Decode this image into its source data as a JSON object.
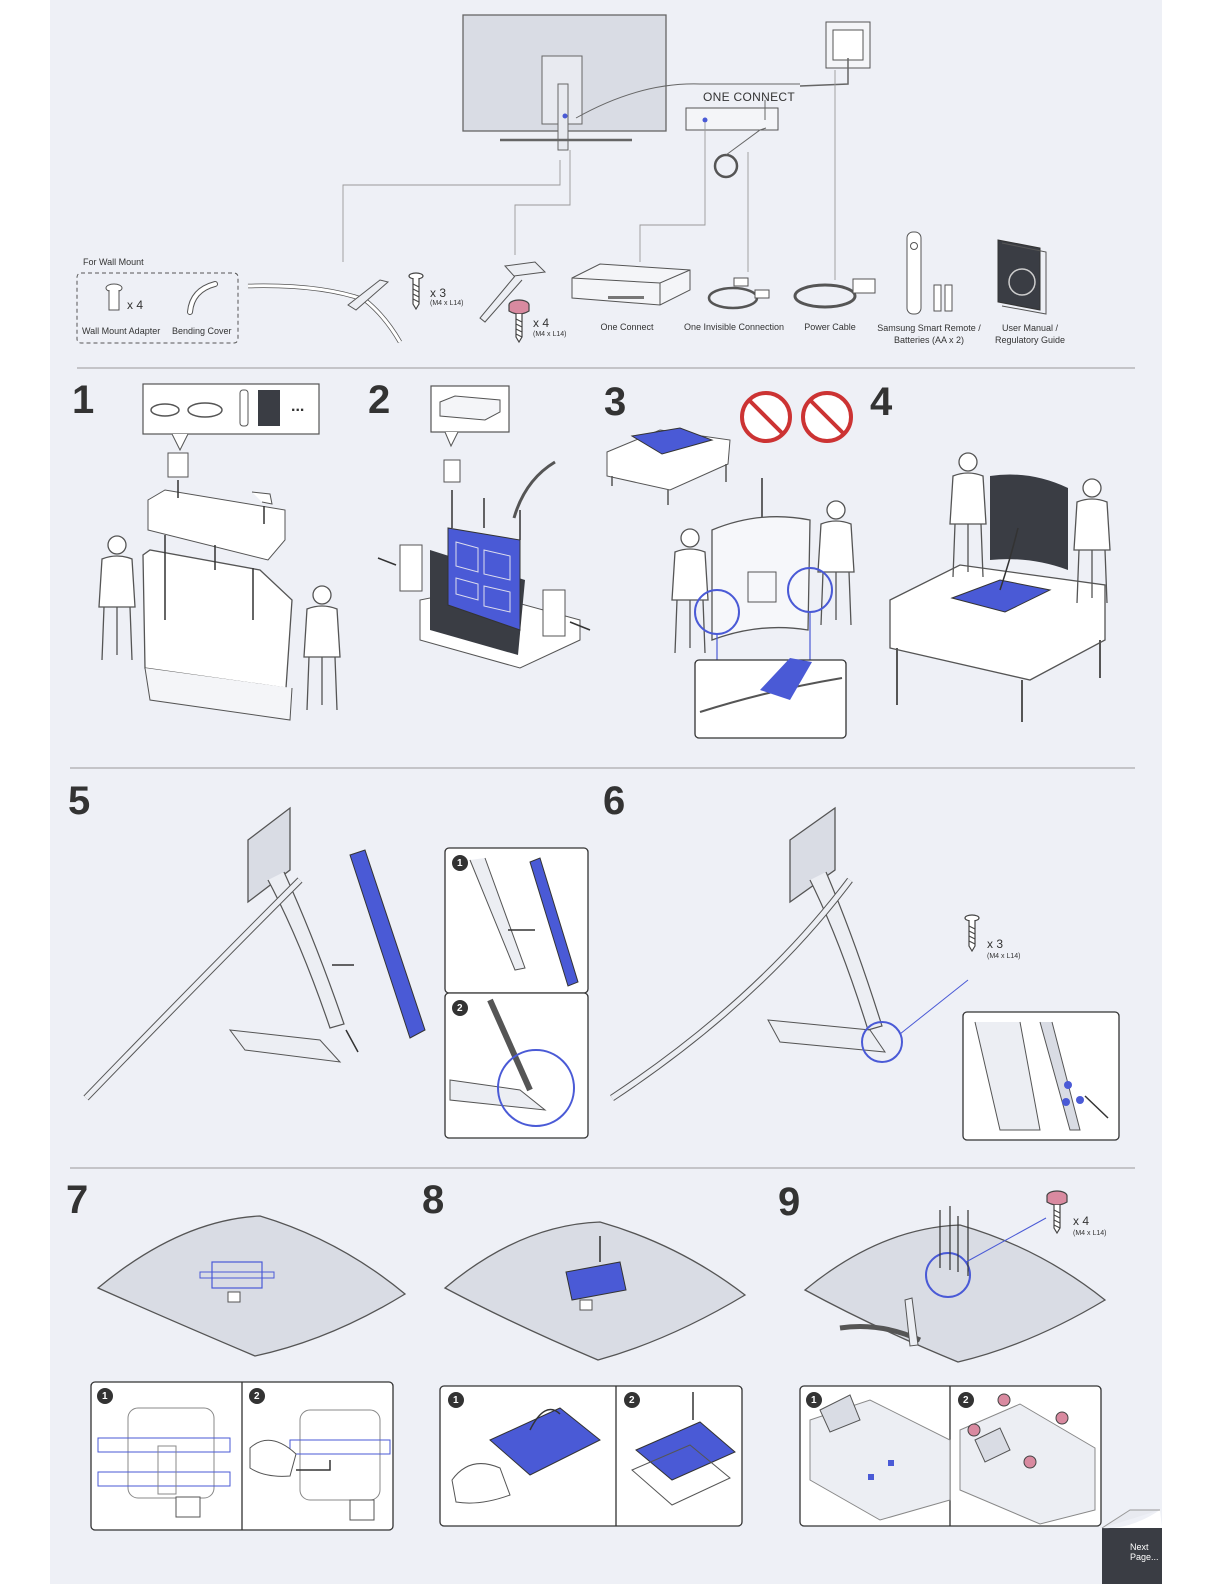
{
  "components": {
    "wall_mount_title": "For Wall Mount",
    "wall_mount_qty": "x 4",
    "wall_mount_adapter": "Wall Mount Adapter",
    "bending_cover": "Bending Cover",
    "screw_a_qty": "x 3",
    "screw_a_spec": "(M4 x L14)",
    "screw_b_qty": "x 4",
    "screw_b_spec": "(M4 x L14)",
    "one_connect_box_label": "ONE CONNECT",
    "one_connect": "One Connect",
    "invisible_connection": "One Invisible Connection",
    "power_cable": "Power Cable",
    "remote_line1": "Samsung Smart Remote /",
    "remote_line2": "Batteries (AA x 2)",
    "manual_line1": "User Manual /",
    "manual_line2": "Regulatory Guide"
  },
  "steps": {
    "s1": "1",
    "s2": "2",
    "s3": "3",
    "s4": "4",
    "s5": "5",
    "s6": "6",
    "s7": "7",
    "s8": "8",
    "s9": "9"
  },
  "step6": {
    "qty": "x 3",
    "spec": "(M4 x L14)"
  },
  "step9": {
    "qty": "x 4",
    "spec": "(M4 x L14)"
  },
  "substeps": {
    "a": "1",
    "b": "2"
  },
  "ellipsis": "...",
  "footer": {
    "line1": "Next",
    "line2": "Page..."
  },
  "colors": {
    "accent": "#4a5ad6",
    "screw_pink": "#d98aa0",
    "paper": "#eef0f6",
    "ink": "#333333"
  }
}
